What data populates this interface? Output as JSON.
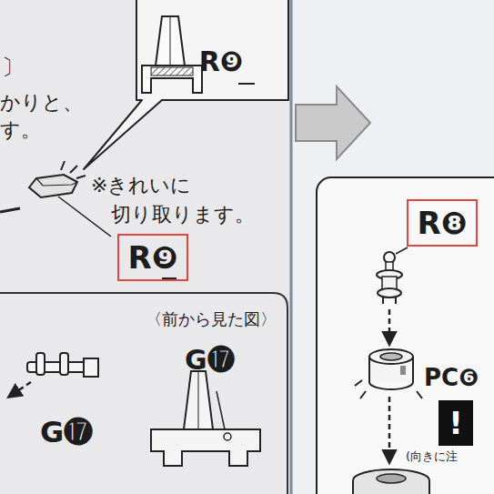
{
  "diagram": {
    "nodes": [
      {
        "text": [
          "R❾"
        ]
      },
      {
        "text": [
          "R❾"
        ]
      },
      {
        "text": [
          "R❽"
        ]
      },
      {
        "text": [
          "!"
        ]
      }
    ],
    "labels": [
      "〕",
      "かりと、 す。",
      "※きれいに 切り取ります。",
      "〈前から見た図〉",
      "G⓱",
      "G⓱",
      "PC❻",
      "(向きに注"
    ]
  }
}
